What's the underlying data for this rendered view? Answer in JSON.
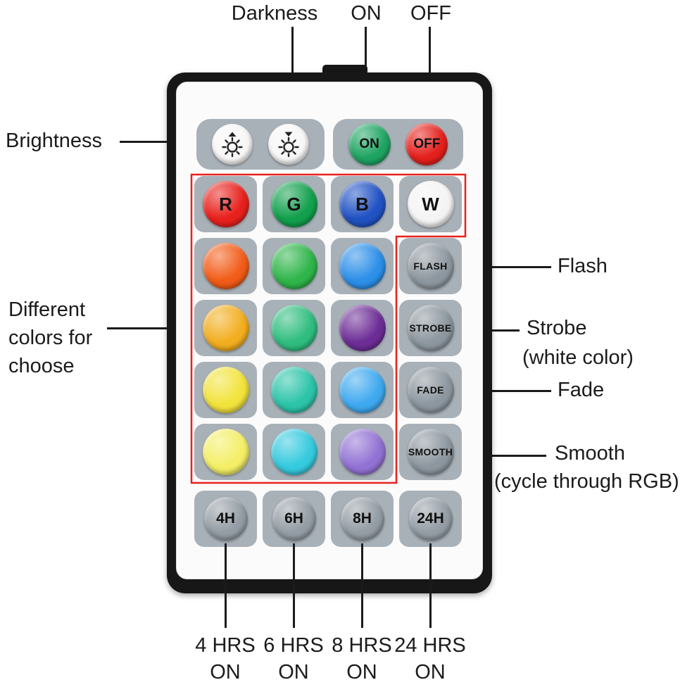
{
  "annotations": {
    "top": [
      {
        "label": "Darkness"
      },
      {
        "label": "ON"
      },
      {
        "label": "OFF"
      }
    ],
    "brightness": "Brightness",
    "different_colors": [
      "Different",
      "colors for",
      "choose"
    ],
    "right": [
      {
        "lines": [
          "Flash",
          ""
        ]
      },
      {
        "lines": [
          "Strobe",
          "(white color)"
        ]
      },
      {
        "lines": [
          "Fade",
          ""
        ]
      },
      {
        "lines": [
          "Smooth",
          "(cycle through RGB)"
        ]
      }
    ],
    "bottom": [
      {
        "lines": [
          "4 HRS",
          "ON"
        ]
      },
      {
        "lines": [
          "6 HRS",
          "ON"
        ]
      },
      {
        "lines": [
          "8 HRS",
          "ON"
        ]
      },
      {
        "lines": [
          "24 HRS",
          "ON"
        ]
      }
    ]
  },
  "remote": {
    "top_row": [
      {
        "name": "brightness-up",
        "label": "",
        "icon": "sun-up-icon",
        "color": "#f7f7f7"
      },
      {
        "name": "brightness-down",
        "label": "",
        "icon": "sun-down-icon",
        "color": "#f7f7f7"
      },
      {
        "name": "on",
        "label": "ON",
        "color": "#1ea462"
      },
      {
        "name": "off",
        "label": "OFF",
        "color": "#e4201c"
      }
    ],
    "grid": [
      {
        "label": "R",
        "color": "#e8211d"
      },
      {
        "label": "G",
        "color": "#12a04d"
      },
      {
        "label": "B",
        "color": "#2152c3"
      },
      {
        "label": "W",
        "color": "#f4f4f4"
      },
      {
        "label": "",
        "color": "#f25c19"
      },
      {
        "label": "",
        "color": "#2fb54a"
      },
      {
        "label": "",
        "color": "#2c8fe8"
      },
      {
        "label": "FLASH",
        "color": "#8d979f"
      },
      {
        "label": "",
        "color": "#f2ae1f"
      },
      {
        "label": "",
        "color": "#2fbd7f"
      },
      {
        "label": "",
        "color": "#6d2d96"
      },
      {
        "label": "STROBE",
        "color": "#8d979f"
      },
      {
        "label": "",
        "color": "#f2e33c"
      },
      {
        "label": "",
        "color": "#2cc4a9"
      },
      {
        "label": "",
        "color": "#3fa9ef"
      },
      {
        "label": "FADE",
        "color": "#8d979f"
      },
      {
        "label": "",
        "color": "#f4ef66"
      },
      {
        "label": "",
        "color": "#35cade"
      },
      {
        "label": "",
        "color": "#9272d4"
      },
      {
        "label": "SMOOTH",
        "color": "#8d979f"
      }
    ],
    "timers": [
      {
        "label": "4H",
        "color": "#949da5"
      },
      {
        "label": "6H",
        "color": "#949da5"
      },
      {
        "label": "8H",
        "color": "#949da5"
      },
      {
        "label": "24H",
        "color": "#949da5"
      }
    ],
    "outline_color": "#e8211d"
  }
}
